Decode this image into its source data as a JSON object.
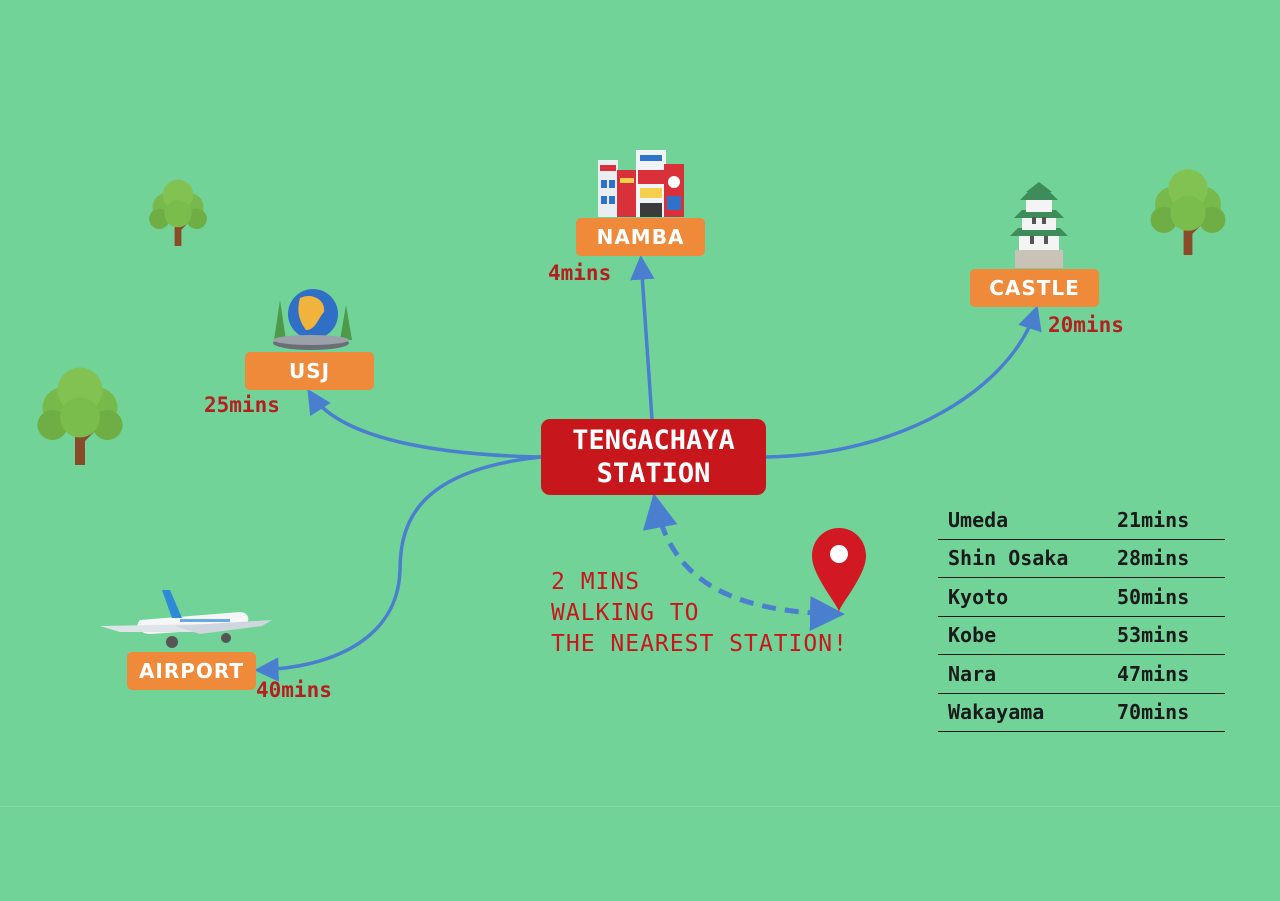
{
  "center": {
    "line1": "TENGACHAYA",
    "line2": "STATION"
  },
  "destinations": [
    {
      "id": "namba",
      "label": "NAMBA",
      "time": "4mins"
    },
    {
      "id": "castle",
      "label": "CASTLE",
      "time": "20mins"
    },
    {
      "id": "usj",
      "label": "USJ",
      "time": "25mins"
    },
    {
      "id": "airport",
      "label": "AIRPORT",
      "time": "40mins"
    }
  ],
  "walking": {
    "line1": "2 MINS",
    "line2": "WALKING TO",
    "line3": "THE NEAREST STATION!"
  },
  "table": [
    {
      "place": "Umeda",
      "time": "21mins"
    },
    {
      "place": "Shin Osaka",
      "time": "28mins"
    },
    {
      "place": "Kyoto",
      "time": "50mins"
    },
    {
      "place": "Kobe",
      "time": "53mins"
    },
    {
      "place": "Nara",
      "time": "47mins"
    },
    {
      "place": "Wakayama",
      "time": "70mins"
    }
  ],
  "icons": [
    "tree-icon",
    "building-icon",
    "castle-icon",
    "globe-icon",
    "airplane-icon",
    "map-pin-icon"
  ],
  "colors": {
    "background": "#72d398",
    "station": "#c8161d",
    "label": "#ee8a3a",
    "arrow": "#4a7fcf",
    "time_text": "#b3201f"
  }
}
